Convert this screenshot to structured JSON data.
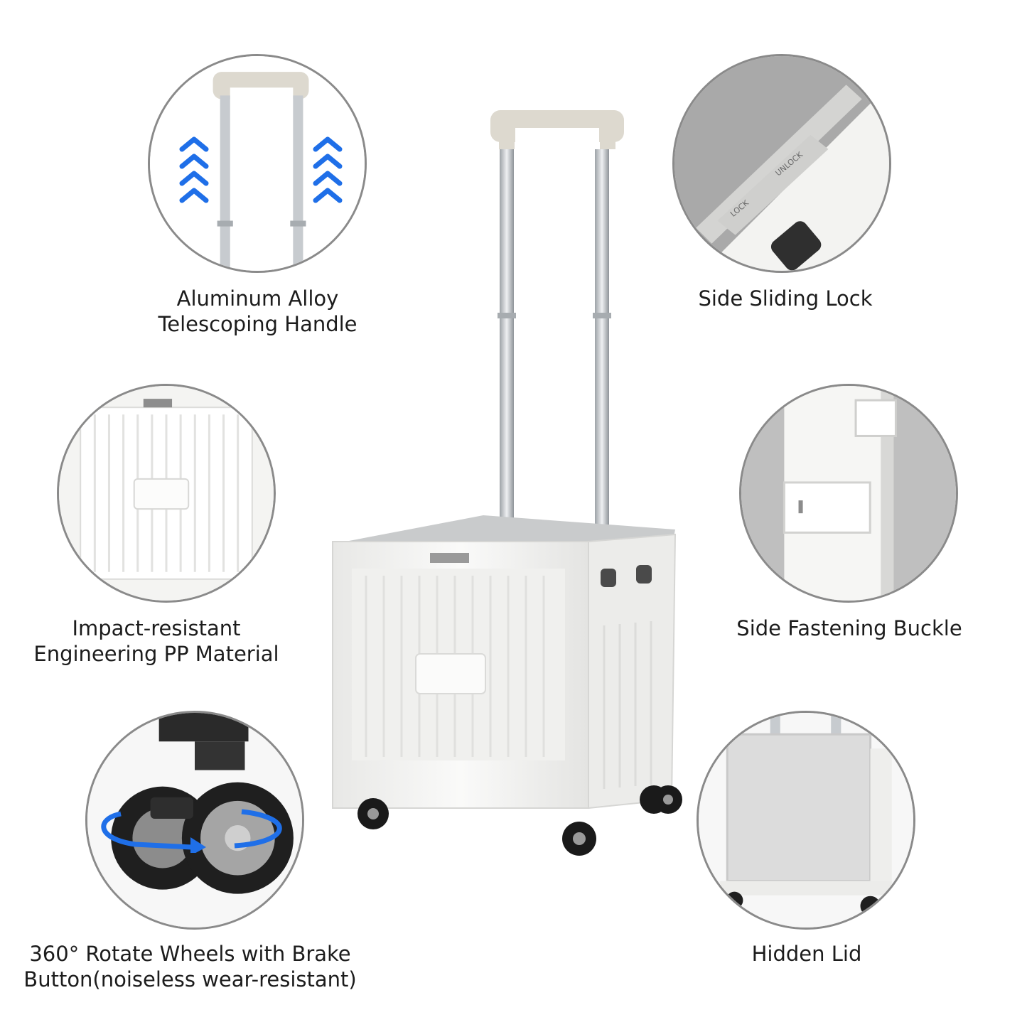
{
  "features": [
    {
      "id": "handle",
      "lines": [
        "Aluminum Alloy",
        "Telescoping Handle"
      ],
      "icon": "arrow-up-icon"
    },
    {
      "id": "lock",
      "lines": [
        "Side Sliding Lock"
      ],
      "lock_label": "LOCK",
      "unlock_label": "UNLOCK"
    },
    {
      "id": "material",
      "lines": [
        "Impact-resistant",
        "Engineering PP Material"
      ]
    },
    {
      "id": "buckle",
      "lines": [
        "Side Fastening Buckle"
      ]
    },
    {
      "id": "wheels",
      "lines": [
        "360° Rotate Wheels with Brake",
        "Button(noiseless wear-resistant)"
      ],
      "icon": "rotate-arrow-icon"
    },
    {
      "id": "lid",
      "lines": [
        "Hidden Lid"
      ]
    }
  ],
  "colors": {
    "accent": "#1f6fe8",
    "frame": "#8a8a8a",
    "plastic": "#f4f4f2",
    "handle_grip": "#ddd9cf",
    "metal": "#c7cbcf"
  }
}
